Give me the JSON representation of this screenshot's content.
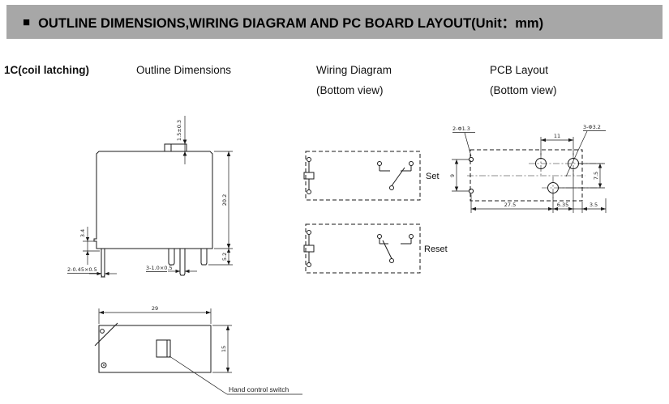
{
  "header": {
    "bullet": "■",
    "title": "OUTLINE DIMENSIONS,WIRING DIAGRAM AND PC BOARD LAYOUT(Unit：mm)"
  },
  "section": {
    "variant_label": "1C(coil latching)",
    "outline_title": "Outline Dimensions",
    "wiring_title": "Wiring Diagram",
    "wiring_subtitle": "(Bottom view)",
    "pcb_title": "PCB Layout",
    "pcb_subtitle": "(Bottom view)"
  },
  "outline": {
    "dim_top_protrusion": "1.5±0.3",
    "dim_height": "20.2",
    "dim_pin_length": "5.2",
    "dim_left_step": "3.4",
    "dim_coil_pins": "2-0.45×0.5",
    "dim_contact_pins": "3-1.0×0.5"
  },
  "bottom_view": {
    "dim_length": "29",
    "dim_width": "15",
    "switch_label": "Hand control switch"
  },
  "wiring": {
    "set_label": "Set",
    "reset_label": "Reset"
  },
  "pcb": {
    "hole_small_label": "2-Φ1.3",
    "hole_large_label": "3-Φ3.2",
    "dim_top": "11",
    "dim_left": "9",
    "dim_right": "7.5",
    "dim_bottom_1": "27.5",
    "dim_bottom_2": "6.35",
    "dim_bottom_3": "3.5"
  },
  "colors": {
    "header_bg": "#a7a7a7",
    "line": "#1a1a1a"
  }
}
